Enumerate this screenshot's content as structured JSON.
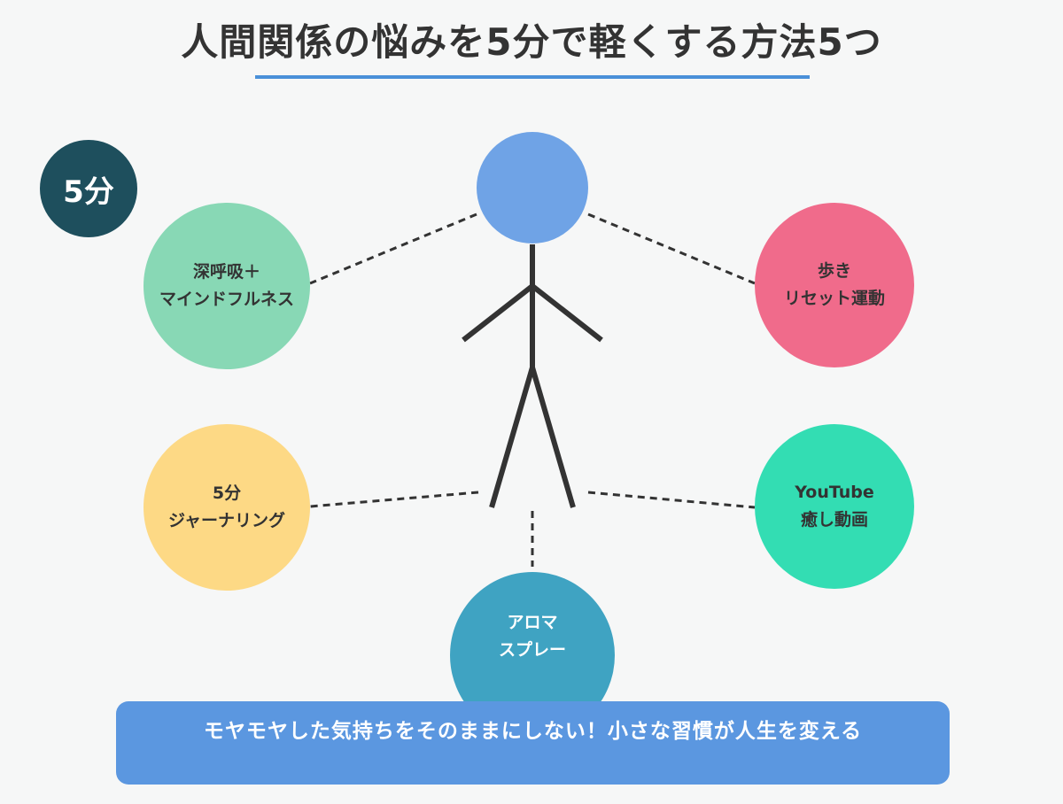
{
  "title": "人間関係の悩みを5分で軽くする方法5つ",
  "badge": "5分",
  "colors": {
    "accent": "#4a90d9",
    "badge": "#1e4f5d",
    "head": "#6fa3e6",
    "breathing": "#88d8b5",
    "walking": "#f06b8b",
    "journaling": "#fdd985",
    "youtube": "#33ddb3",
    "aroma": "#3fa3c2",
    "banner": "#5b97e0"
  },
  "methods": {
    "breathing": {
      "line1": "深呼吸＋",
      "line2": "マインドフルネス"
    },
    "walking": {
      "line1": "歩き",
      "line2": "リセット運動"
    },
    "journaling": {
      "line1": "5分",
      "line2": "ジャーナリング"
    },
    "youtube": {
      "line1": "YouTube",
      "line2": "癒し動画"
    },
    "aroma": {
      "line1": "アロマ",
      "line2": "スプレー"
    }
  },
  "banner": "モヤモヤした気持ちをそのままにしない！小さな習慣が人生を変える"
}
